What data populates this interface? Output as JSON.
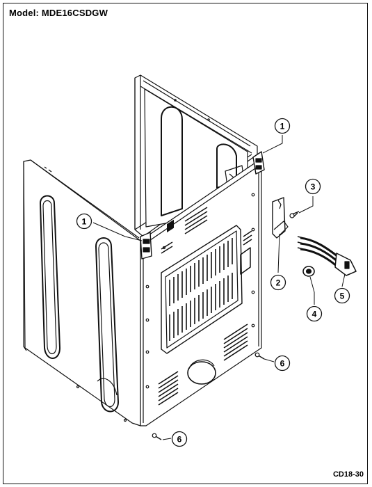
{
  "header": {
    "model_label": "Model:  MDE16CSDGW"
  },
  "footer": {
    "code": "CD18-30"
  },
  "callouts": [
    {
      "label": "1"
    },
    {
      "label": "1"
    },
    {
      "label": "2"
    },
    {
      "label": "3"
    },
    {
      "label": "4"
    },
    {
      "label": "5"
    },
    {
      "label": "6"
    },
    {
      "label": "6"
    }
  ],
  "colors": {
    "line": "#111111",
    "background": "#ffffff"
  }
}
